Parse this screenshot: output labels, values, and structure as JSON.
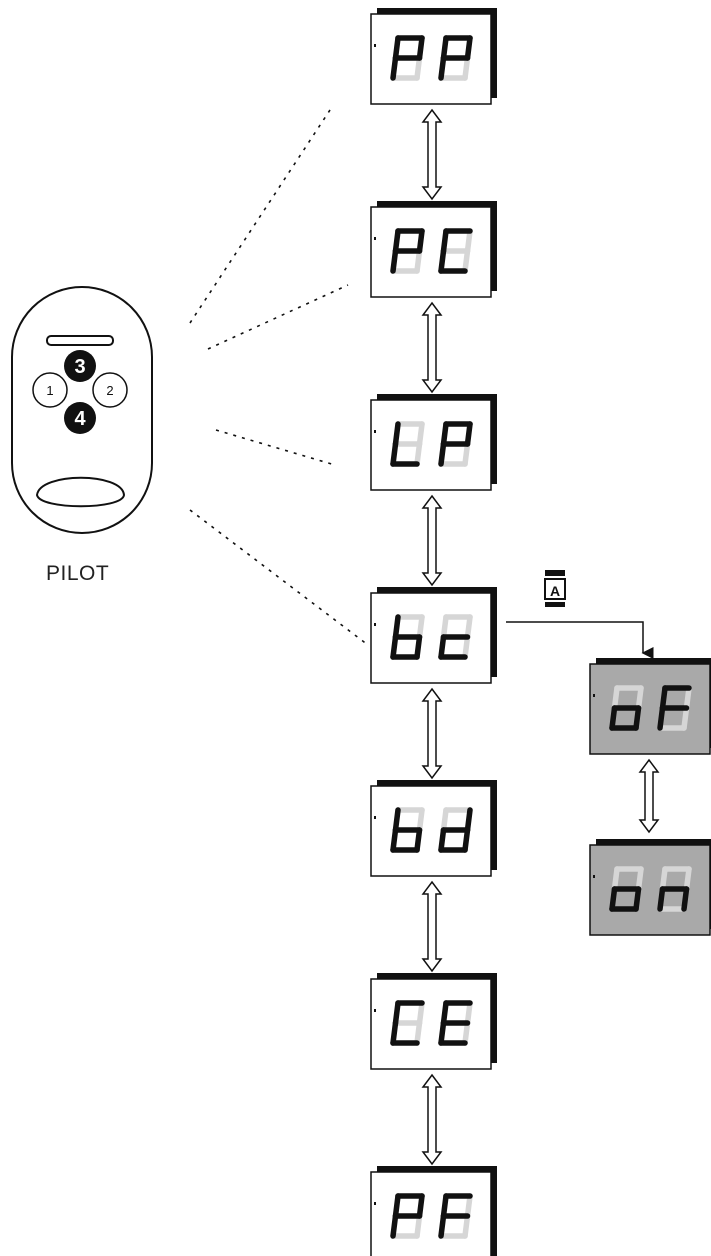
{
  "remote": {
    "label": "PILOT",
    "buttons": [
      "3",
      "1",
      "2",
      "4"
    ]
  },
  "menu": [
    "PP",
    "PC",
    "LP",
    "bc",
    "bd",
    "CE",
    "PF"
  ],
  "submenu": {
    "key": "A",
    "items": [
      "oF",
      "on"
    ],
    "fill": "#a9a9a9"
  },
  "colors": {
    "ink": "#111111",
    "dim": "#d6d6d6"
  }
}
